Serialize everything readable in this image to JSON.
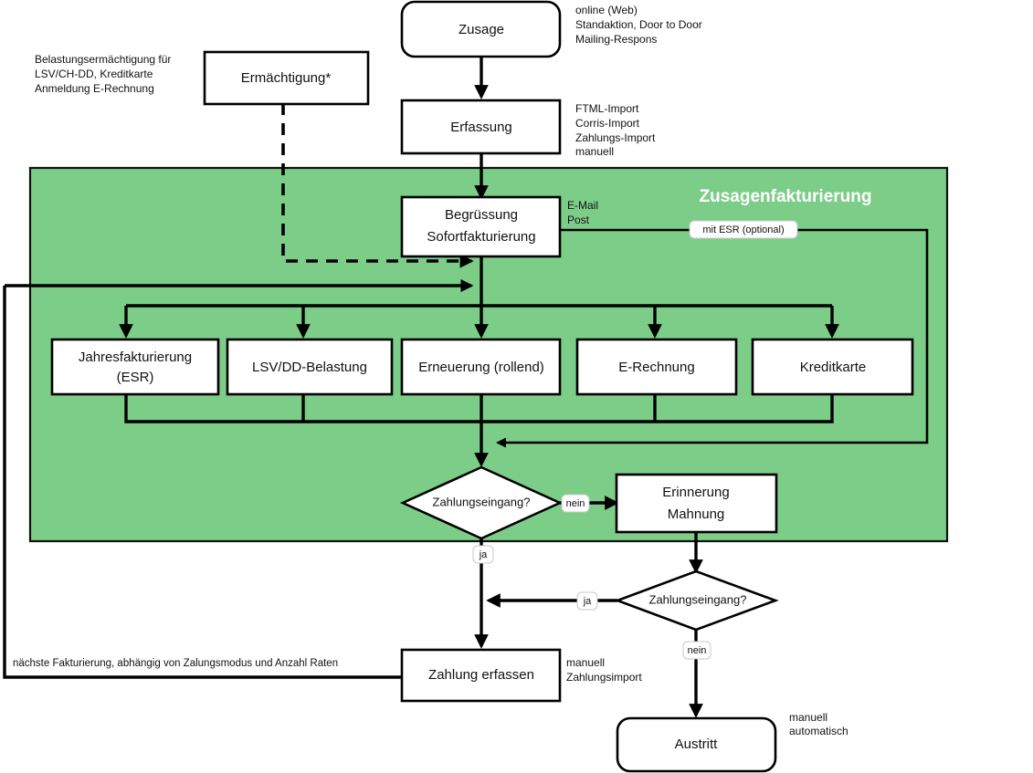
{
  "diagram": {
    "title": "Zusagenfakturierung Prozessdiagramm",
    "panel": {
      "label": "Zusagenfakturierung",
      "color": "#7ccd88"
    }
  },
  "nodes": {
    "zusage": "Zusage",
    "erfassung": "Erfassung",
    "ermaechtigung": "Ermächtigung*",
    "begruessung_l1": "Begrüssung",
    "begruessung_l2": "Sofortfakturierung",
    "jahres_l1": "Jahresfakturierung",
    "jahres_l2": "(ESR)",
    "lsv": "LSV/DD-Belastung",
    "erneuerung": "Erneuerung (rollend)",
    "erechnung": "E-Rechnung",
    "kreditkarte": "Kreditkarte",
    "decision1": "Zahlungseingang?",
    "decision2": "Zahlungseingang?",
    "erinnerung_l1": "Erinnerung",
    "erinnerung_l2": "Mahnung",
    "zahlung": "Zahlung erfassen",
    "austritt": "Austritt"
  },
  "edge_labels": {
    "mit_esr": "mit ESR (optional)",
    "nein1": "nein",
    "ja1": "ja",
    "ja2": "ja",
    "nein2": "nein"
  },
  "notes": {
    "ermaechtigung": [
      "Belastungsermächtigung für",
      "LSV/CH-DD, Kreditkarte",
      "Anmeldung E-Rechnung"
    ],
    "zusage": [
      "online (Web)",
      "Standaktion, Door to Door",
      "Mailing-Respons"
    ],
    "erfassung": [
      "FTML-Import",
      "Corris-Import",
      "Zahlungs-Import",
      "manuell"
    ],
    "begruessung": [
      "E-Mail",
      "Post"
    ],
    "zahlung": [
      "manuell",
      "Zahlungsimport"
    ],
    "austritt": [
      "manuell",
      "automatisch"
    ],
    "feedback": "nächste Fakturierung, abhängig von Zalungsmodus und Anzahl Raten"
  }
}
